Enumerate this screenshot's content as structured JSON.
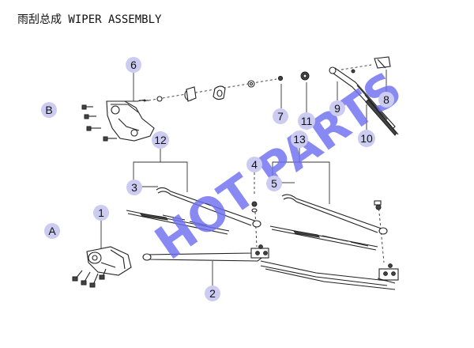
{
  "title": "雨刮总成 WIPER ASSEMBLY",
  "watermark": "HOT PARTS",
  "colors": {
    "callout_fill": "#ccccf2",
    "watermark": "#6f6ff0",
    "line": "#222222"
  },
  "callouts": [
    {
      "id": "A",
      "text": "A"
    },
    {
      "id": "B",
      "text": "B"
    },
    {
      "id": "1",
      "text": "1"
    },
    {
      "id": "2",
      "text": "2"
    },
    {
      "id": "3",
      "text": "3"
    },
    {
      "id": "4",
      "text": "4"
    },
    {
      "id": "5",
      "text": "5"
    },
    {
      "id": "6",
      "text": "6"
    },
    {
      "id": "7",
      "text": "7"
    },
    {
      "id": "8",
      "text": "8"
    },
    {
      "id": "9",
      "text": "9"
    },
    {
      "id": "10",
      "text": "10"
    },
    {
      "id": "11",
      "text": "11"
    },
    {
      "id": "12",
      "text": "12"
    },
    {
      "id": "13",
      "text": "13"
    }
  ]
}
